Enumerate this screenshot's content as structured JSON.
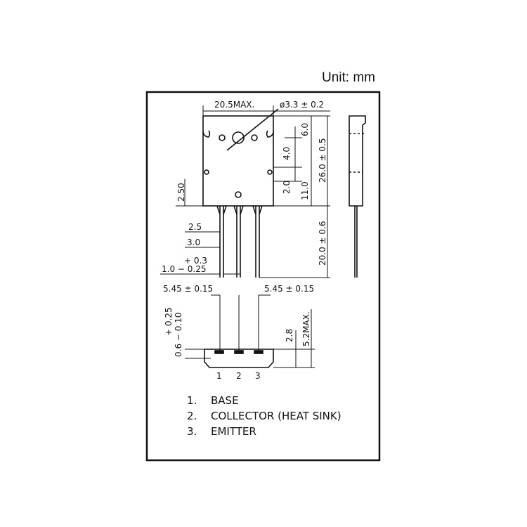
{
  "unit_label": "Unit: mm",
  "dimensions": {
    "width_max": "20.5MAX.",
    "hole_diameter": "ø3.3 ± 0.2",
    "top_to_hole": "6.0",
    "body_height": "26.0 ± 0.5",
    "hole_to_mid": "4.0",
    "mid_span": "2.0",
    "lower_span": "11.0",
    "side_tab": "2.50",
    "lead_length": "20.0 ± 0.6",
    "lead_neck": "2.5",
    "lead_shoulder": "3.0",
    "lead_width_tol": "+ 0.3",
    "lead_width": "1.0 − 0.25",
    "pitch_left": "5.45 ± 0.15",
    "pitch_right": "5.45 ± 0.15",
    "lead_thick_tol": "+ 0.25",
    "lead_thick": "0.6 − 0.10",
    "body_thick": "2.8",
    "total_thick": "5.2MAX."
  },
  "pin_numbers": [
    "1",
    "2",
    "3"
  ],
  "legend": [
    {
      "num": "1.",
      "label": "BASE"
    },
    {
      "num": "2.",
      "label": "COLLECTOR (HEAT SINK)"
    },
    {
      "num": "3.",
      "label": "EMITTER"
    }
  ]
}
